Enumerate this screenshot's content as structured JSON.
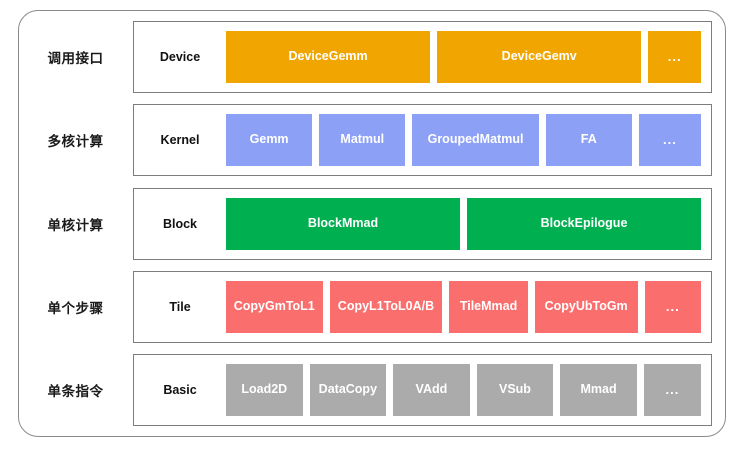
{
  "diagram": {
    "colors": {
      "device": "#F0A500",
      "kernel": "#8CA0F5",
      "block": "#00B050",
      "tile": "#FA6E6E",
      "basic": "#ABABAB",
      "card_border": "#8A8A8A",
      "row_border": "#7D7D7D",
      "background": "#FFFFFF",
      "label_text": "#1A1A1A",
      "cell_text": "#FFFFFF"
    },
    "rows": [
      {
        "cn_label": "调用接口",
        "tier": "Device",
        "color": "#F0A500",
        "cells": [
          {
            "label": "DeviceGemm",
            "flex": 240
          },
          {
            "label": "DeviceGemv",
            "flex": 240
          },
          {
            "label": "...",
            "flex": 62,
            "ellipsis": true
          }
        ]
      },
      {
        "cn_label": "多核计算",
        "tier": "Kernel",
        "color": "#8CA0F5",
        "cells": [
          {
            "label": "Gemm",
            "flex": 86
          },
          {
            "label": "Matmul",
            "flex": 86
          },
          {
            "label": "GroupedMatmul",
            "flex": 126
          },
          {
            "label": "FA",
            "flex": 86
          },
          {
            "label": "...",
            "flex": 62,
            "ellipsis": true
          }
        ]
      },
      {
        "cn_label": "单核计算",
        "tier": "Block",
        "color": "#00B050",
        "cells": [
          {
            "label": "BlockMmad",
            "flex": 260
          },
          {
            "label": "BlockEpilogue",
            "flex": 260
          }
        ]
      },
      {
        "cn_label": "单个步骤",
        "tier": "Tile",
        "color": "#FA6E6E",
        "cells": [
          {
            "label": "CopyGmToL1",
            "flex": 106
          },
          {
            "label": "CopyL1ToL0A/B",
            "flex": 124
          },
          {
            "label": "TileMmad",
            "flex": 86
          },
          {
            "label": "CopyUbToGm",
            "flex": 113
          },
          {
            "label": "...",
            "flex": 62,
            "ellipsis": true
          }
        ]
      },
      {
        "cn_label": "单条指令",
        "tier": "Basic",
        "color": "#ABABAB",
        "cells": [
          {
            "label": "Load2D",
            "flex": 83
          },
          {
            "label": "DataCopy",
            "flex": 83
          },
          {
            "label": "VAdd",
            "flex": 83
          },
          {
            "label": "VSub",
            "flex": 83
          },
          {
            "label": "Mmad",
            "flex": 83
          },
          {
            "label": "...",
            "flex": 62,
            "ellipsis": true
          }
        ]
      }
    ]
  }
}
